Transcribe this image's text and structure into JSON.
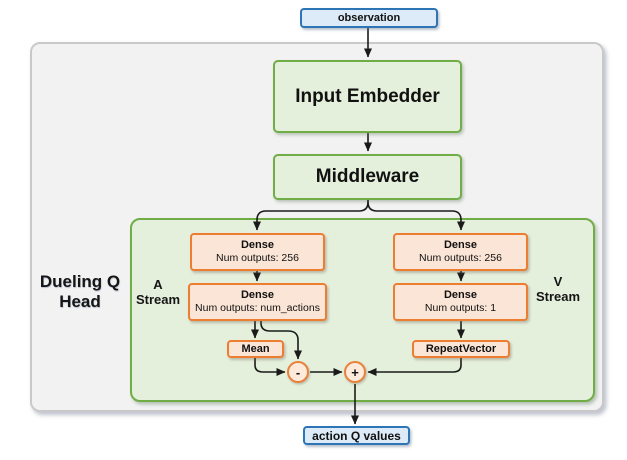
{
  "diagram": {
    "title_semantic": "Dueling Q Head network architecture diagram",
    "nodes": {
      "observation": "observation",
      "input_embedder": "Input Embedder",
      "middleware": "Middleware",
      "output": "action Q values"
    },
    "head_label": {
      "line1": "Dueling Q",
      "line2": "Head"
    },
    "streams": {
      "a": {
        "label_line1": "A",
        "label_line2": "Stream",
        "dense1": {
          "title": "Dense",
          "subtitle": "Num outputs: 256"
        },
        "dense2": {
          "title": "Dense",
          "subtitle": "Num outputs: num_actions"
        },
        "op": "Mean"
      },
      "v": {
        "label_line1": "V",
        "label_line2": "Stream",
        "dense1": {
          "title": "Dense",
          "subtitle": "Num outputs: 256"
        },
        "dense2": {
          "title": "Dense",
          "subtitle": "Num outputs: 1"
        },
        "op": "RepeatVector"
      }
    },
    "operators": {
      "minus": "-",
      "plus": "+"
    },
    "colors": {
      "green_fill": "#e5f0dc",
      "green_border": "#70ad47",
      "orange_fill": "#fbe5d6",
      "orange_border": "#ed7d31",
      "blue_fill": "#dcebf7",
      "blue_border": "#2e75b6",
      "container_fill": "#f2f2f2",
      "container_border": "#c9c9c9",
      "arrow": "#1a1a1a"
    }
  }
}
